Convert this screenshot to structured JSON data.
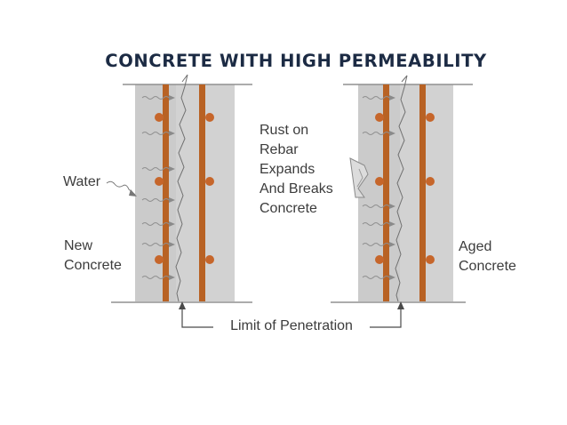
{
  "title": "CONCRETE WITH HIGH PERMEABILITY",
  "labels": {
    "water": "Water",
    "new_concrete": [
      "New",
      "Concrete"
    ],
    "rust": [
      "Rust on",
      "Rebar",
      "Expands",
      "And Breaks",
      "Concrete"
    ],
    "aged_concrete": [
      "Aged",
      "Concrete"
    ],
    "limit": "Limit of Penetration"
  },
  "colors": {
    "concrete": "#d2d2d2",
    "rebar": "#b86224",
    "rebar_dot": "#c6662b",
    "water_mark": "#8c8c8c",
    "crack": "#6e6e6e",
    "title": "#1c2b44",
    "text": "#3c3c3c"
  }
}
